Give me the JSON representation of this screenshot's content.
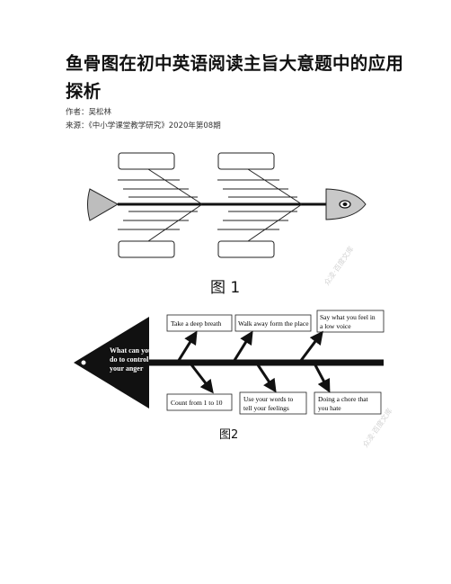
{
  "article": {
    "title": "鱼骨图在初中英语阅读主旨大意题中的应用探析",
    "author": "作者：吴松林",
    "source": "来源：《中小学课堂教学研究》2020年第08期"
  },
  "figure1": {
    "caption": "图 1"
  },
  "figure2": {
    "caption": "图2",
    "head_text": [
      "What can you",
      "do to control",
      "your anger"
    ],
    "top_boxes": [
      [
        "Take a deep breath"
      ],
      [
        "Walk away form the place"
      ],
      [
        "Say what you feel in",
        "a low voice"
      ]
    ],
    "bottom_boxes": [
      [
        "Count from 1 to 10"
      ],
      [
        "Use your words to",
        "tell your feelings"
      ],
      [
        "Doing a chore that",
        "you hate"
      ]
    ]
  },
  "watermark": {
    "text1": "众凌·百度文库",
    "text2": "众凌·百度文库"
  }
}
